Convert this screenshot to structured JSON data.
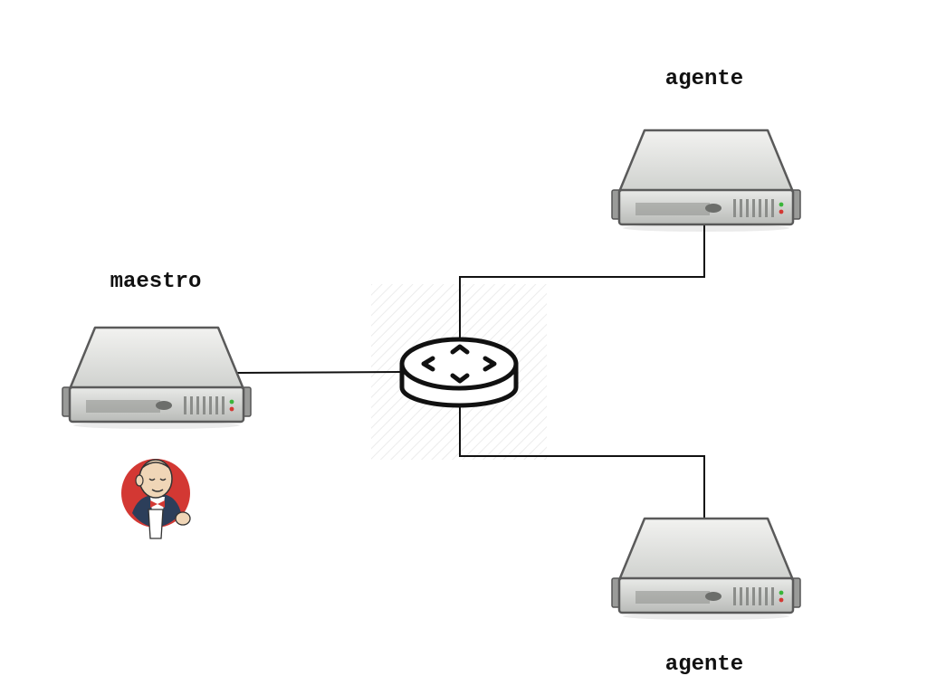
{
  "diagram": {
    "nodes": {
      "master": {
        "label": "maestro",
        "icon": "server-icon",
        "badge_icon": "jenkins-butler-icon"
      },
      "agent_top": {
        "label": "agente",
        "icon": "server-icon"
      },
      "agent_bottom": {
        "label": "agente",
        "icon": "server-icon"
      },
      "router": {
        "icon": "router-icon"
      }
    },
    "edges": [
      {
        "from": "master",
        "to": "router"
      },
      {
        "from": "router",
        "to": "agent_top"
      },
      {
        "from": "router",
        "to": "agent_bottom"
      }
    ],
    "colors": {
      "line": "#111111",
      "server_body": "#d4d6d3",
      "server_outline": "#5a5a5a",
      "jenkins_red": "#d33833",
      "jenkins_coat": "#2c3e5a"
    }
  }
}
